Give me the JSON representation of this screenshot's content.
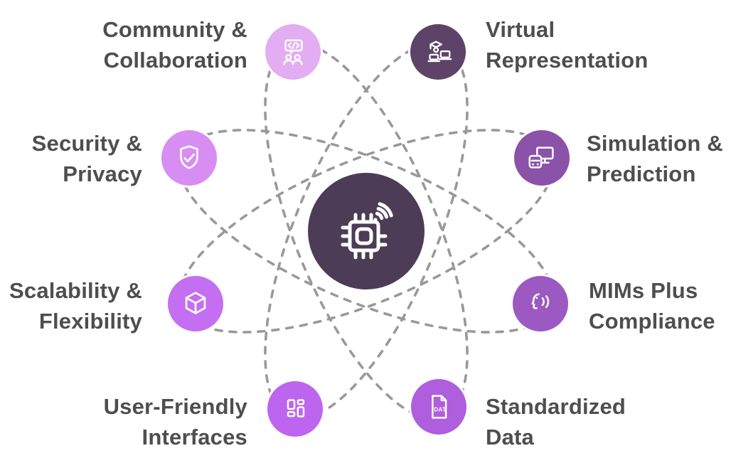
{
  "hub": {
    "icon": "chip-wifi-icon",
    "color": "#4d3c55"
  },
  "orbit": {
    "color": "#999999"
  },
  "badge": {
    "dat": "DAT"
  },
  "nodes": [
    {
      "id": "community-collaboration",
      "label_line1": "Community &",
      "label_line2": "Collaboration",
      "icon": "chat-code-people-icon",
      "color": "#e2adf2"
    },
    {
      "id": "virtual-representation",
      "label_line1": "Virtual",
      "label_line2": "Representation",
      "icon": "graduation-laptops-icon",
      "color": "#5d4367"
    },
    {
      "id": "security-privacy",
      "label_line1": "Security &",
      "label_line2": "Privacy",
      "icon": "shield-check-icon",
      "color": "#d78df2"
    },
    {
      "id": "simulation-prediction",
      "label_line1": "Simulation &",
      "label_line2": "Prediction",
      "icon": "monitor-vehicle-icon",
      "color": "#8a52a8"
    },
    {
      "id": "scalability-flexibility",
      "label_line1": "Scalability &",
      "label_line2": "Flexibility",
      "icon": "cube-icon",
      "color": "#c46ff2"
    },
    {
      "id": "mims-plus-compliance",
      "label_line1": "MIMs Plus",
      "label_line2": "Compliance",
      "icon": "voice-profile-icon",
      "color": "#9c59c2"
    },
    {
      "id": "user-friendly-interfaces",
      "label_line1": "User-Friendly",
      "label_line2": "Interfaces",
      "icon": "dashboard-grid-icon",
      "color": "#bd65ee"
    },
    {
      "id": "standardized-data",
      "label_line1": "Standardized",
      "label_line2": "Data",
      "icon": "dat-file-icon",
      "color": "#af5edd"
    }
  ]
}
